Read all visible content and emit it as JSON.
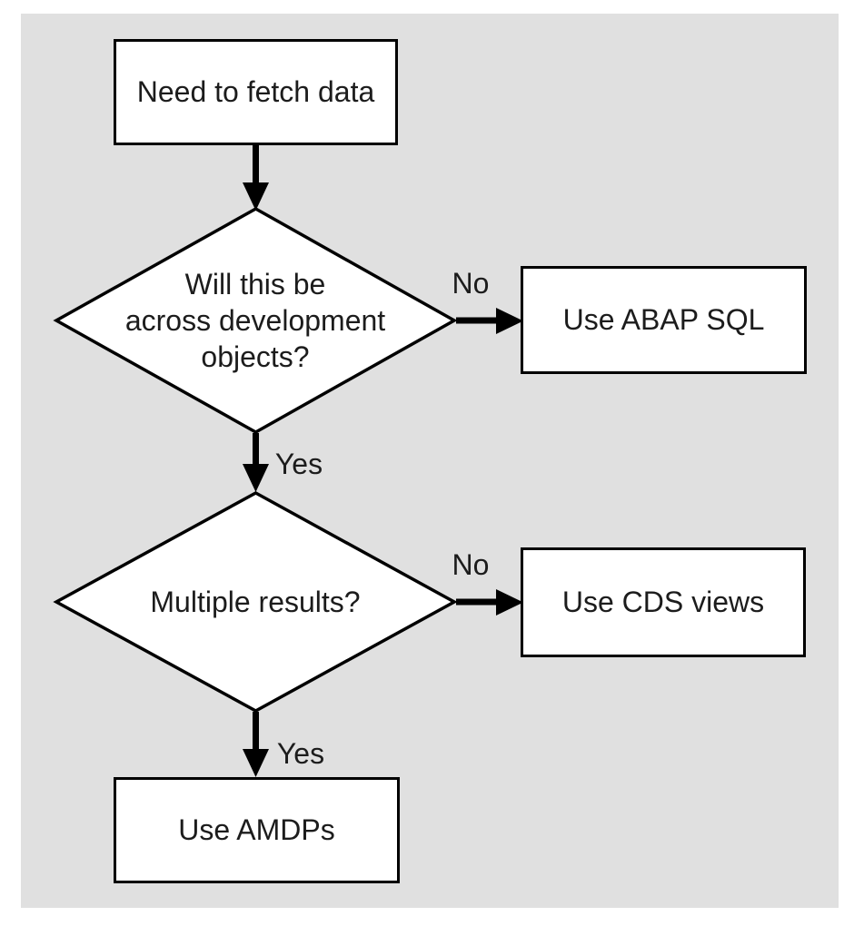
{
  "figure": {
    "type": "flowchart",
    "background_color": "#e0e0e0",
    "node_fill": "#ffffff",
    "stroke_color": "#000000",
    "text_color": "#1c1c1c"
  },
  "flowchart": {
    "nodes": [
      {
        "id": "start",
        "type": "process",
        "label": "Need to fetch data",
        "lines": [
          "Need to fetch data"
        ]
      },
      {
        "id": "q1",
        "type": "decision",
        "label": "Will this be across development objects?",
        "lines": [
          "Will this be",
          "across development",
          "objects?"
        ]
      },
      {
        "id": "abap",
        "type": "process",
        "label": "Use ABAP SQL",
        "lines": [
          "Use ABAP SQL"
        ]
      },
      {
        "id": "q2",
        "type": "decision",
        "label": "Multiple results?",
        "lines": [
          "Multiple results?"
        ]
      },
      {
        "id": "cds",
        "type": "process",
        "label": "Use CDS views",
        "lines": [
          "Use CDS views"
        ]
      },
      {
        "id": "amdp",
        "type": "process",
        "label": "Use AMDPs",
        "lines": [
          "Use AMDPs"
        ]
      }
    ],
    "edges": [
      {
        "from": "start",
        "to": "q1",
        "label": ""
      },
      {
        "from": "q1",
        "to": "abap",
        "label": "No"
      },
      {
        "from": "q1",
        "to": "q2",
        "label": "Yes"
      },
      {
        "from": "q2",
        "to": "cds",
        "label": "No"
      },
      {
        "from": "q2",
        "to": "amdp",
        "label": "Yes"
      }
    ]
  }
}
